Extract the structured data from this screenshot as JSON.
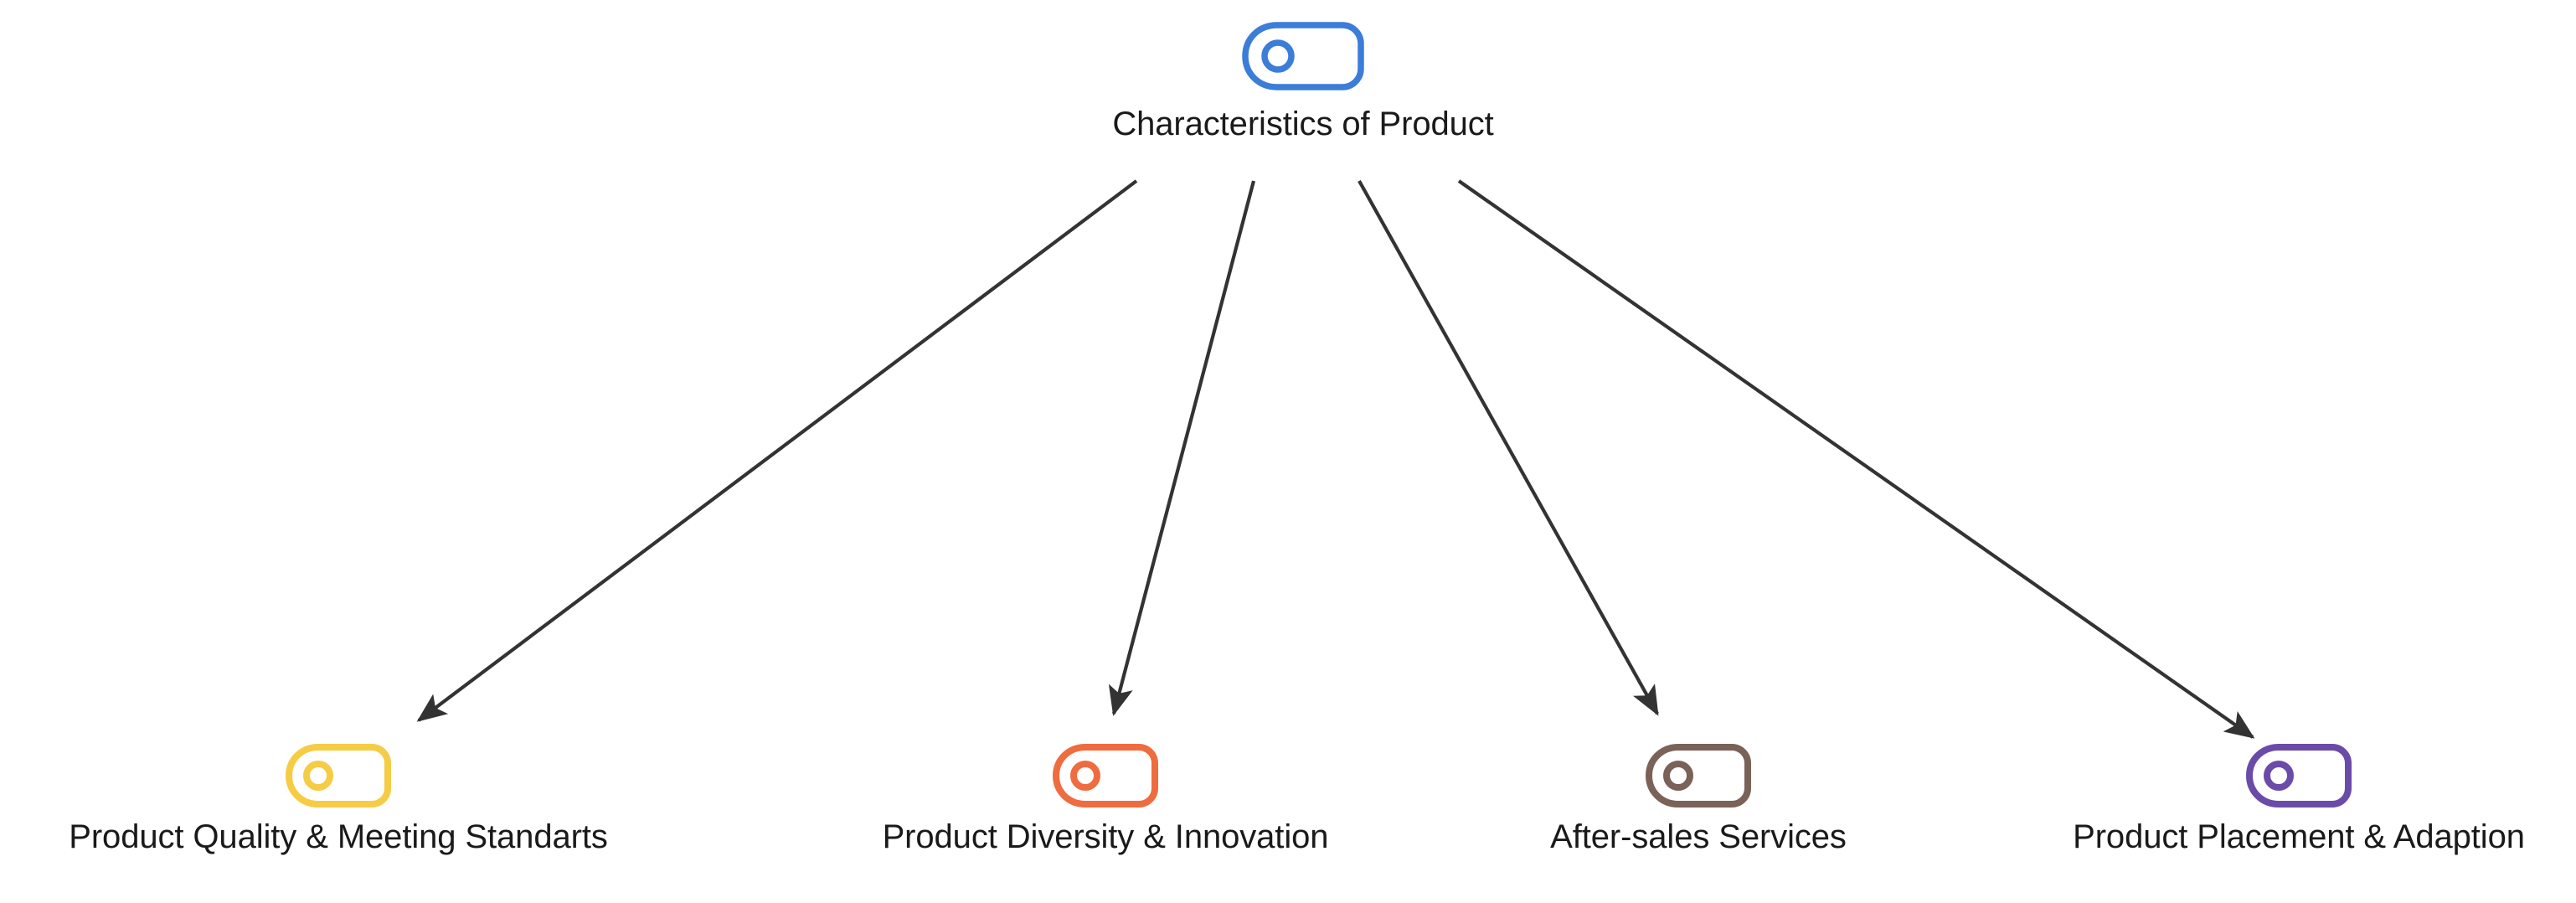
{
  "diagram": {
    "type": "tree",
    "orientation": "top-down",
    "background_color": "#FFFFFF",
    "edge_color": "#333333",
    "label_color": "#1A1A1A",
    "root": {
      "id": "root",
      "label": "Characteristics of Product",
      "icon": "tag-node-icon",
      "color": "#3B7DD8"
    },
    "children": [
      {
        "id": "child-0",
        "label": "Product Quality & Meeting Standarts",
        "icon": "tag-node-icon",
        "color": "#F5CC44"
      },
      {
        "id": "child-1",
        "label": "Product Diversity & Innovation",
        "icon": "tag-node-icon",
        "color": "#EE6C3F"
      },
      {
        "id": "child-2",
        "label": "After-sales Services",
        "icon": "tag-node-icon",
        "color": "#7A6259"
      },
      {
        "id": "child-3",
        "label": "Product Placement & Adaption",
        "icon": "tag-node-icon",
        "color": "#6B4BA8"
      }
    ],
    "edges": [
      {
        "id": "edge-root-child-0",
        "from": "root",
        "to": "child-0",
        "arrow": "filled-triangle"
      },
      {
        "id": "edge-root-child-1",
        "from": "root",
        "to": "child-1",
        "arrow": "filled-triangle"
      },
      {
        "id": "edge-root-child-2",
        "from": "root",
        "to": "child-2",
        "arrow": "filled-triangle"
      },
      {
        "id": "edge-root-child-3",
        "from": "root",
        "to": "child-3",
        "arrow": "filled-triangle"
      }
    ]
  }
}
